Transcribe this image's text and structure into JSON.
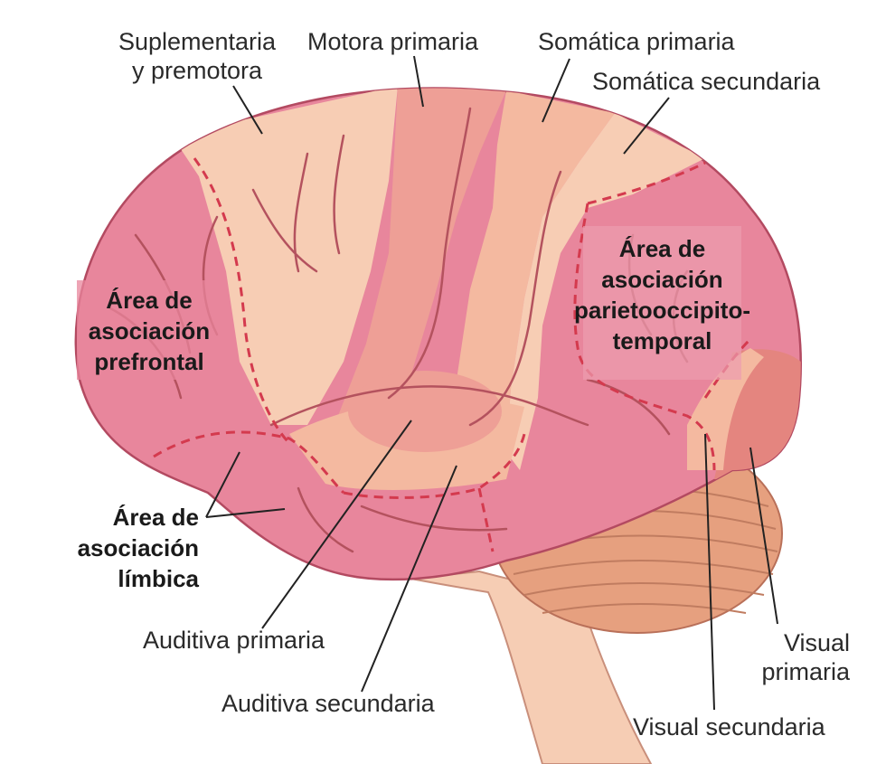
{
  "labels": {
    "supplementary_line1": "Suplementaria",
    "supplementary_line2": "y premotora",
    "motor_primary": "Motora primaria",
    "somatic_primary": "Somática primaria",
    "somatic_secondary": "Somática secundaria",
    "prefrontal_line1": "Área de",
    "prefrontal_line2": "asociación",
    "prefrontal_line3": "prefrontal",
    "parieto_line1": "Área de",
    "parieto_line2": "asociación",
    "parieto_line3": "parietooccipito-",
    "parieto_line4": "temporal",
    "limbic_line1": "Área de",
    "limbic_line2": "asociación",
    "limbic_line3": "límbica",
    "auditory_primary": "Auditiva primaria",
    "auditory_secondary": "Auditiva secundaria",
    "visual_primary_line1": "Visual",
    "visual_primary_line2": "primaria",
    "visual_secondary": "Visual secundaria"
  },
  "colors": {
    "association_pink": "#e8869c",
    "motor_salmon": "#ee9f96",
    "somatic_peach": "#f4b9a0",
    "light_peach": "#f7cdb4",
    "visual_primary": "#e4857f",
    "cerebellum": "#e6a07f",
    "brainstem": "#f6cdb4",
    "boundary_red": "#d43a4e",
    "sulcus": "#b4525e",
    "leader_line": "#222222"
  }
}
